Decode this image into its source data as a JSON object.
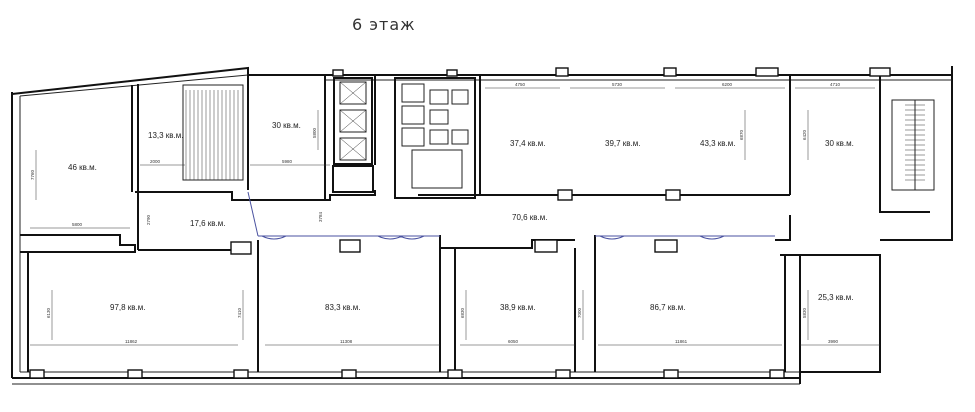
{
  "title": "6 этаж",
  "rooms": [
    {
      "id": "r46",
      "label": "46 кв.м."
    },
    {
      "id": "r13",
      "label": "13,3 кв.м."
    },
    {
      "id": "r30a",
      "label": "30 кв.м."
    },
    {
      "id": "r37",
      "label": "37,4 кв.м."
    },
    {
      "id": "r39a",
      "label": "39,7 кв.м."
    },
    {
      "id": "r43",
      "label": "43,3 кв.м."
    },
    {
      "id": "r30b",
      "label": "30 кв.м."
    },
    {
      "id": "r17",
      "label": "17,6 кв.м."
    },
    {
      "id": "r70",
      "label": "70,6 кв.м."
    },
    {
      "id": "r97",
      "label": "97,8 кв.м."
    },
    {
      "id": "r83",
      "label": "83,3 кв.м."
    },
    {
      "id": "r38",
      "label": "38,9 кв.м."
    },
    {
      "id": "r86",
      "label": "86,7 кв.м."
    },
    {
      "id": "r25",
      "label": "25,3 кв.м."
    }
  ],
  "dims": [
    {
      "id": "d1",
      "label": "4750"
    },
    {
      "id": "d2",
      "label": "5730"
    },
    {
      "id": "d3",
      "label": "6200"
    },
    {
      "id": "d4",
      "label": "4710"
    },
    {
      "id": "d5",
      "label": "5980"
    },
    {
      "id": "d6",
      "label": "2000"
    },
    {
      "id": "d7",
      "label": "5800"
    },
    {
      "id": "d8",
      "label": "11862"
    },
    {
      "id": "d9",
      "label": "11308"
    },
    {
      "id": "d10",
      "label": "6050"
    },
    {
      "id": "d11",
      "label": "11861"
    },
    {
      "id": "d12",
      "label": "3990"
    },
    {
      "id": "d13",
      "label": "7760"
    },
    {
      "id": "d14",
      "label": "6130"
    },
    {
      "id": "d15",
      "label": "7410"
    },
    {
      "id": "d16",
      "label": "6830"
    },
    {
      "id": "d17",
      "label": "7000"
    },
    {
      "id": "d18",
      "label": "5830"
    },
    {
      "id": "d19",
      "label": "6870"
    },
    {
      "id": "d20",
      "label": "6420"
    },
    {
      "id": "d21",
      "label": "2790"
    },
    {
      "id": "d22",
      "label": "3784"
    },
    {
      "id": "d23",
      "label": "5800"
    }
  ]
}
